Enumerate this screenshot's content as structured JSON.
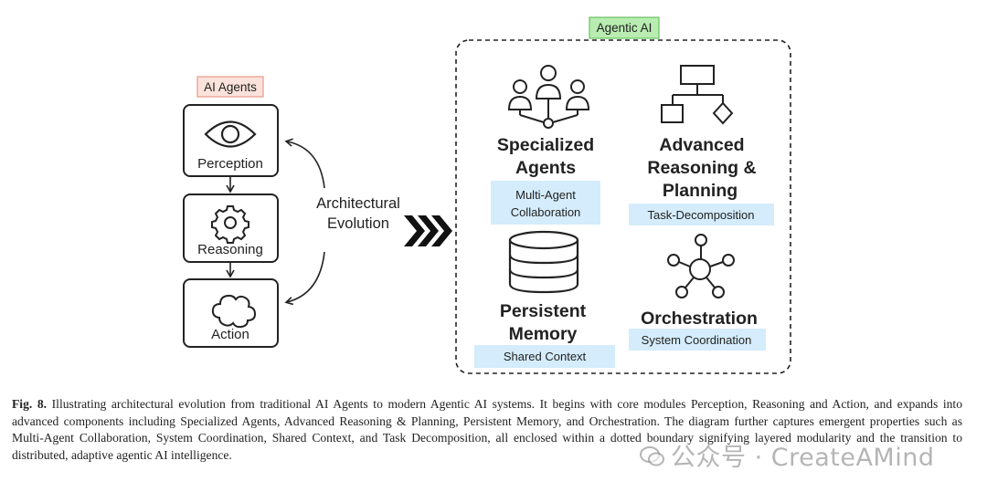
{
  "left_panel": {
    "badge": "AI Agents",
    "modules": [
      {
        "label": "Perception",
        "icon": "eye-icon"
      },
      {
        "label": "Reasoning",
        "icon": "gear-icon"
      },
      {
        "label": "Action",
        "icon": "cloud-icon"
      }
    ]
  },
  "evolution": {
    "line1": "Architectural",
    "line2": "Evolution"
  },
  "right_panel": {
    "badge": "Agentic AI",
    "specialized": {
      "line1": "Specialized",
      "line2": "Agents",
      "tag_line1": "Multi-Agent",
      "tag_line2": "Collaboration",
      "icon": "people-network-icon"
    },
    "reasoning": {
      "line1": "Advanced",
      "line2": "Reasoning &",
      "line3": "Planning",
      "tag": "Task-Decomposition",
      "icon": "flowchart-icon"
    },
    "memory": {
      "line1": "Persistent",
      "line2": "Memory",
      "tag": "Shared Context",
      "icon": "database-icon"
    },
    "orchestration": {
      "line1": "Orchestration",
      "tag": "System Coordination",
      "icon": "hub-network-icon"
    }
  },
  "caption": {
    "label": "Fig. 8.",
    "text": "Illustrating architectural evolution from traditional AI Agents to modern Agentic AI systems. It begins with core modules Perception, Reasoning and Action, and expands into advanced components including Specialized Agents, Advanced Reasoning & Planning, Persistent Memory, and Orchestration. The diagram further captures emergent properties such as Multi-Agent Collaboration, System Coordination, Shared Context, and Task Decomposition, all enclosed within a dotted boundary signifying layered modularity and the transition to distributed, adaptive agentic AI intelligence."
  },
  "watermark": {
    "text": "公众号 · CreateAMind"
  },
  "colors": {
    "ai_agents_badge_fill": "#fbe3dc",
    "ai_agents_badge_border": "#e8998a",
    "agentic_badge_fill": "#b8ecb0",
    "agentic_badge_border": "#6cc063",
    "tag_fill": "#d4ecfb"
  }
}
